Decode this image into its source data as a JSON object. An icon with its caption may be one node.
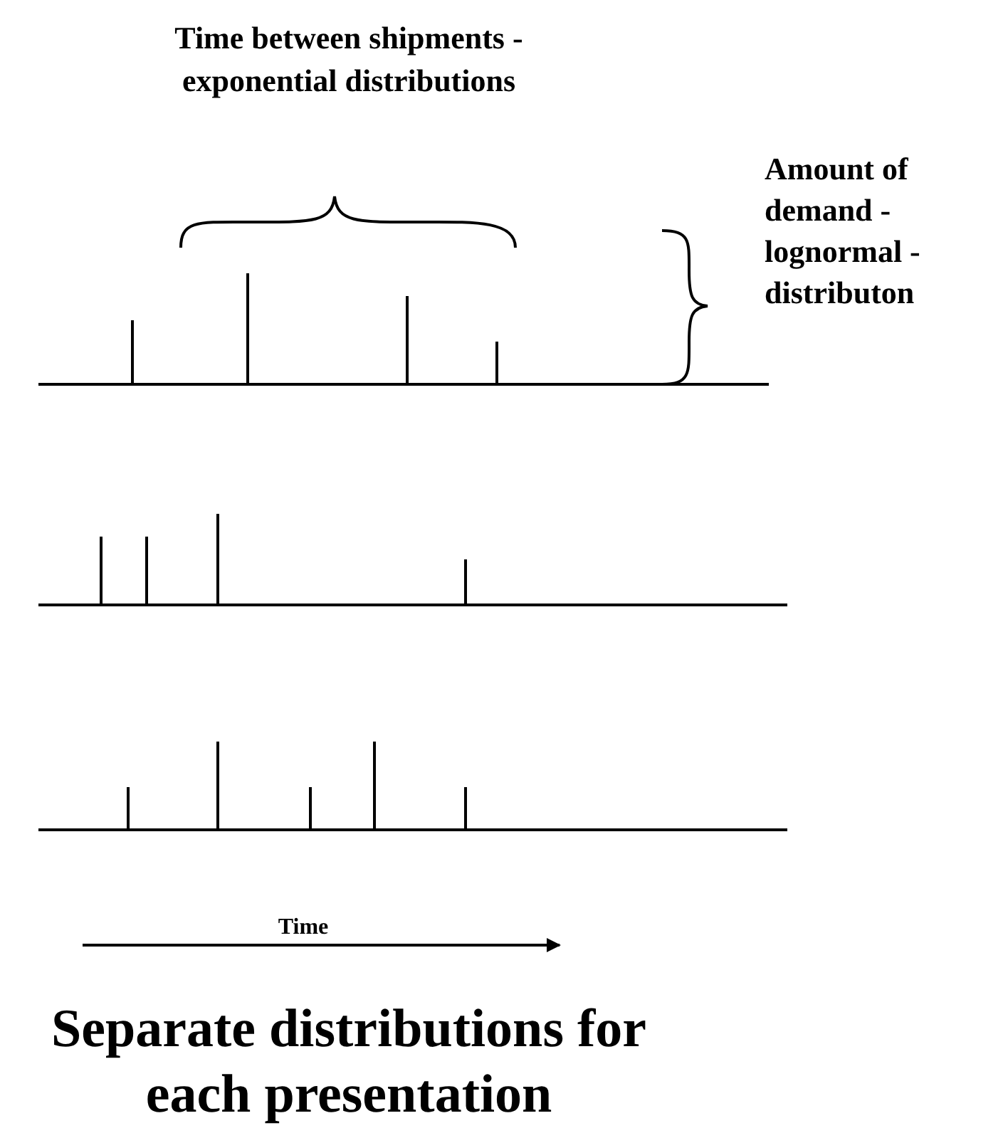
{
  "diagram": {
    "caption": "Separate distributions for each presentation",
    "labels": [
      "Time between shipments -exponential distributions",
      "Amount of demand -lognormal -distributon",
      "Time"
    ]
  }
}
